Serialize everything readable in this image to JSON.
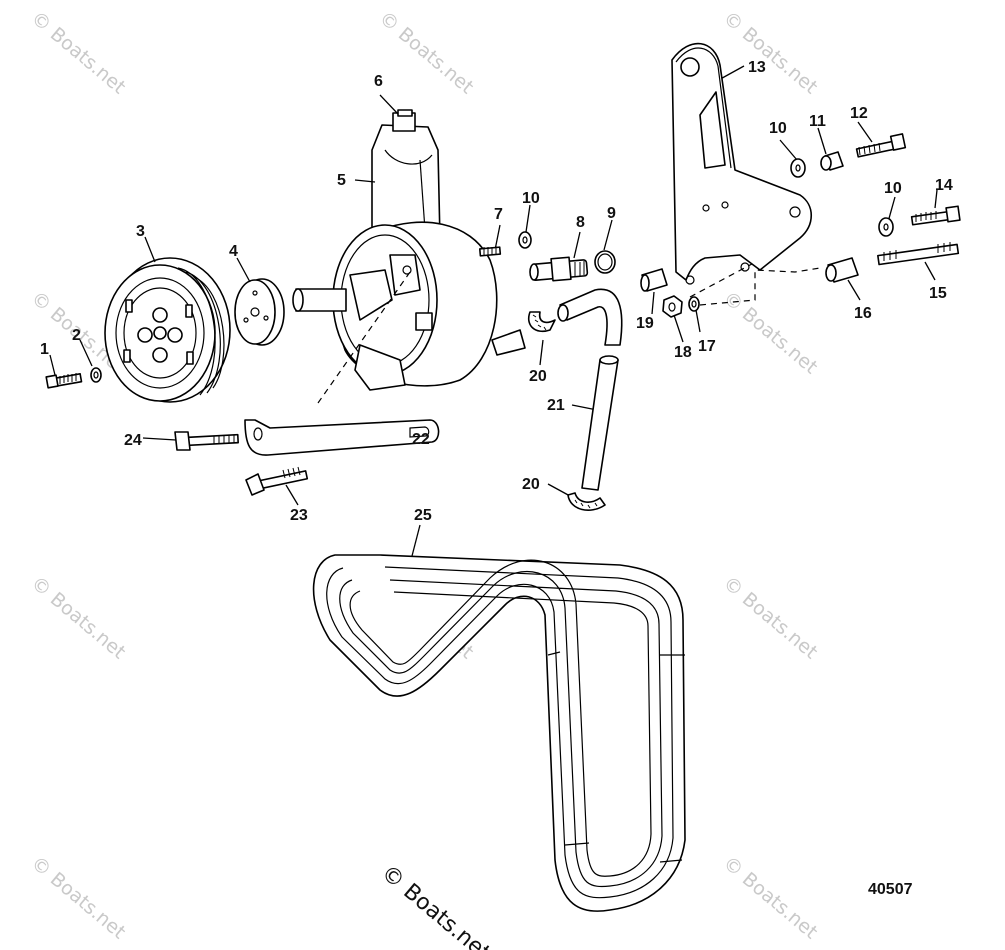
{
  "diagram_id": "40507",
  "watermark": "© Boats.net",
  "callouts": {
    "p1": "1",
    "p2": "2",
    "p3": "3",
    "p4": "4",
    "p5": "5",
    "p6": "6",
    "p7": "7",
    "p8": "8",
    "p9": "9",
    "p10a": "10",
    "p10b": "10",
    "p10c": "10",
    "p11": "11",
    "p12": "12",
    "p13": "13",
    "p14": "14",
    "p15": "15",
    "p16": "16",
    "p17": "17",
    "p18": "18",
    "p19": "19",
    "p20a": "20",
    "p20b": "20",
    "p21": "21",
    "p22": "22",
    "p23": "23",
    "p24": "24",
    "p25": "25"
  }
}
